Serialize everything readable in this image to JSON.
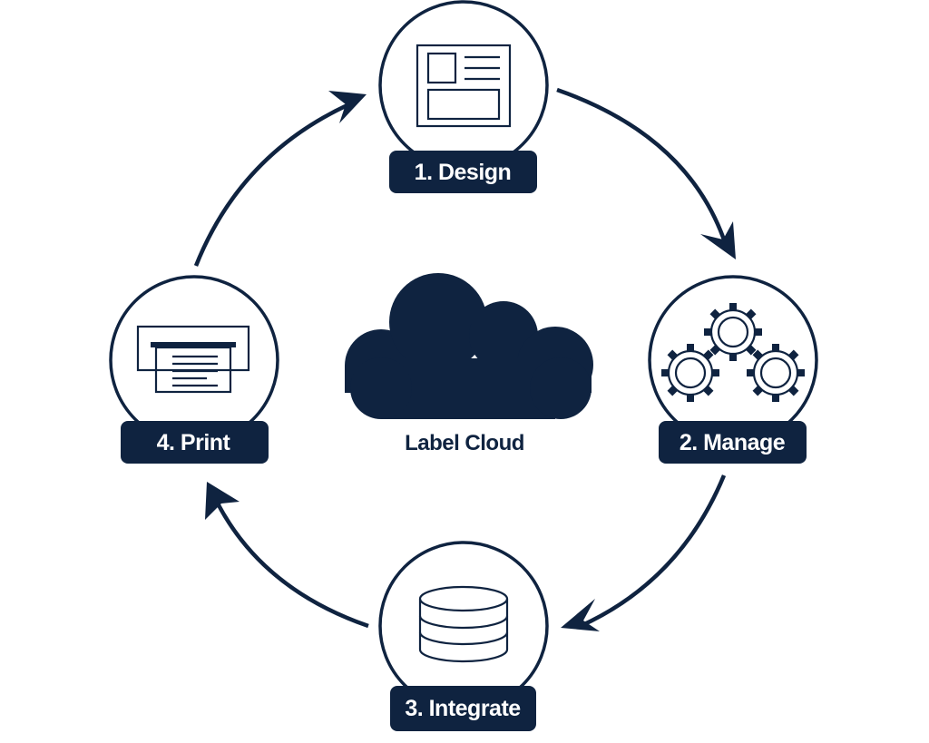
{
  "diagram": {
    "center": {
      "label": "Label Cloud",
      "icon": "cloud-icon"
    },
    "steps": [
      {
        "label": "1. Design",
        "icon": "label-layout-icon"
      },
      {
        "label": "2. Manage",
        "icon": "gears-icon"
      },
      {
        "label": "3. Integrate",
        "icon": "database-icon"
      },
      {
        "label": "4. Print",
        "icon": "printer-icon"
      }
    ],
    "colors": {
      "primary": "#0f2340",
      "background": "#ffffff",
      "badge_text": "#ffffff"
    }
  }
}
